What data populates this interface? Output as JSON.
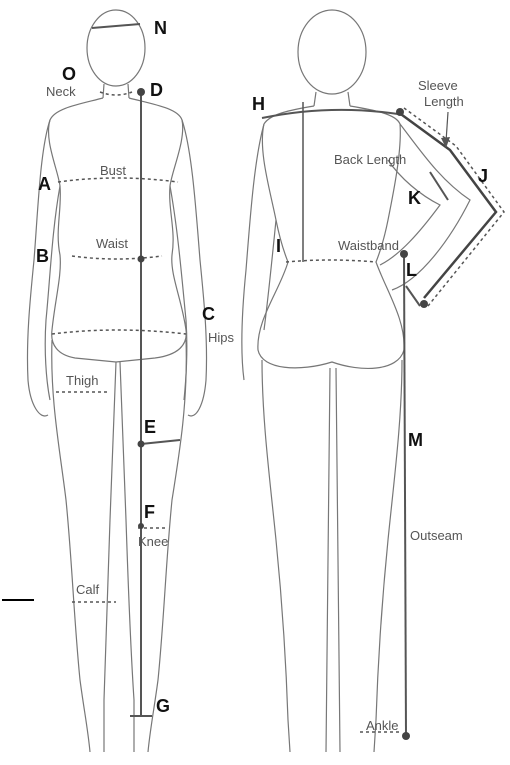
{
  "labels": {
    "A": "A",
    "B": "B",
    "C": "C",
    "D": "D",
    "E": "E",
    "F": "F",
    "G": "G",
    "H": "H",
    "I": "I",
    "J": "J",
    "K": "K",
    "L": "L",
    "M": "M",
    "N": "N",
    "O": "O"
  },
  "words": {
    "neck": "Neck",
    "bust": "Bust",
    "waist": "Waist",
    "hips": "Hips",
    "thigh": "Thigh",
    "knee": "Knee",
    "calf": "Calf",
    "sleeve_length_1": "Sleeve",
    "sleeve_length_2": "Length",
    "back_length": "Back Length",
    "waistband": "Waistband",
    "outseam": "Outseam",
    "ankle": "Ankle"
  }
}
